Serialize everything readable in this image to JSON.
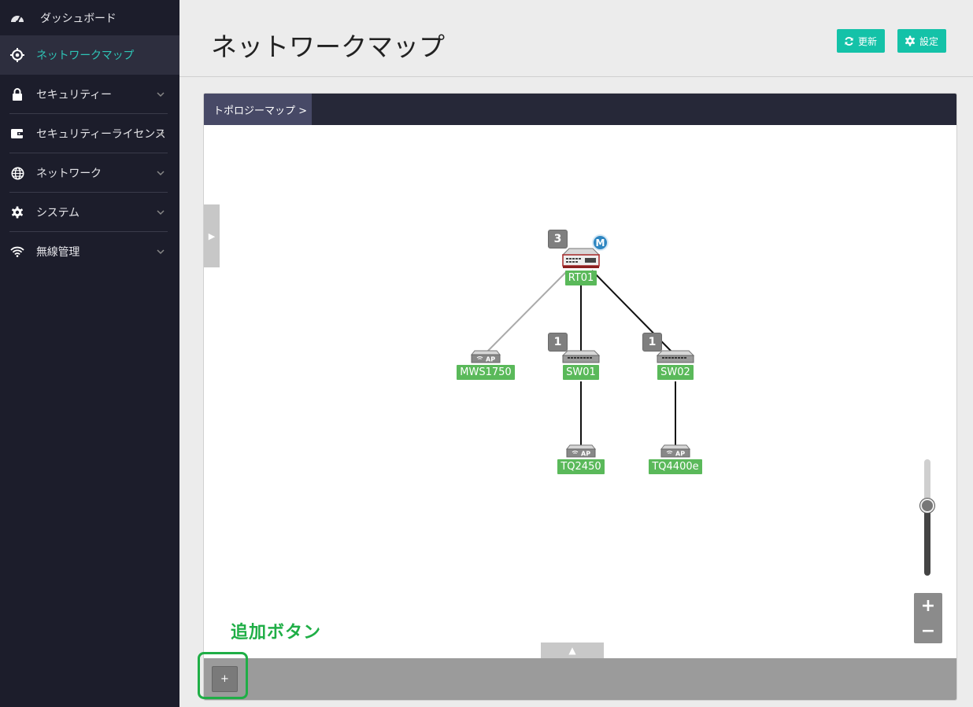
{
  "sidebar": {
    "items": [
      {
        "label": "ダッシュボード",
        "icon": "speedometer-icon"
      },
      {
        "label": "ネットワークマップ",
        "icon": "target-icon",
        "active": true
      },
      {
        "label": "セキュリティー",
        "icon": "lock-icon"
      },
      {
        "label": "セキュリティーライセンス",
        "icon": "wallet-icon"
      },
      {
        "label": "ネットワーク",
        "icon": "globe-icon"
      },
      {
        "label": "システム",
        "icon": "gear-icon"
      },
      {
        "label": "無線管理",
        "icon": "wifi-icon"
      }
    ]
  },
  "header": {
    "title": "ネットワークマップ",
    "refresh_label": "更新",
    "settings_label": "設定"
  },
  "panel": {
    "tab_label": "トポロジーマップ >",
    "side_toggle": "▶",
    "bottom_toggle": "▲",
    "add_label": "+",
    "annotation": "追加ボタン"
  },
  "zoom": {
    "level": 0.6,
    "in_label": "+",
    "out_label": "−"
  },
  "nodes": {
    "rt01": {
      "label": "RT01",
      "badge": "3",
      "mark": "M"
    },
    "mws1750": {
      "label": "MWS1750"
    },
    "sw01": {
      "label": "SW01",
      "badge": "1"
    },
    "sw02": {
      "label": "SW02",
      "badge": "1"
    },
    "tq2450": {
      "label": "TQ2450"
    },
    "tq4400e": {
      "label": "TQ4400e"
    }
  },
  "device_icons": {
    "router": "router-icon",
    "switch": "switch-icon",
    "ap": "access-point-icon",
    "ap_text": "AP"
  },
  "colors": {
    "accent": "#14c2a8",
    "sidebar_bg": "#1c1d2b",
    "label_green": "#5ab95a",
    "annotation_green": "#1fae46"
  }
}
